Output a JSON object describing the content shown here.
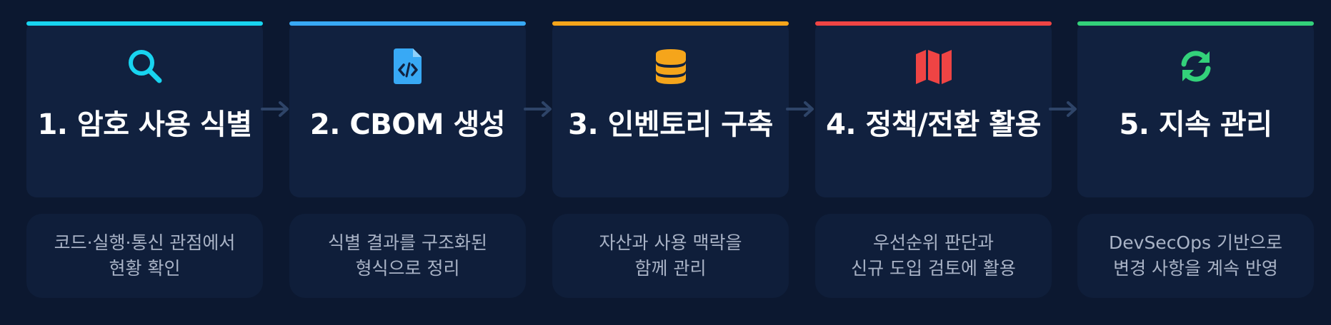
{
  "colors": {
    "background": "#0c1830",
    "card": "#11213f",
    "arrow": "#2e4468"
  },
  "steps": [
    {
      "title": "1. 암호 사용 식별",
      "icon": "search-icon",
      "accent": "#18d4f0",
      "desc": [
        "코드·실행·통신 관점에서",
        "현황 확인"
      ]
    },
    {
      "title": "2. CBOM 생성",
      "icon": "code-file-icon",
      "accent": "#38a9f5",
      "desc": [
        "식별 결과를 구조화된",
        "형식으로 정리"
      ]
    },
    {
      "title": "3. 인벤토리 구축",
      "icon": "database-icon",
      "accent": "#f5a51b",
      "desc": [
        "자산과 사용 맥락을",
        "함께 관리"
      ]
    },
    {
      "title": "4. 정책/전환 활용",
      "icon": "map-icon",
      "accent": "#ef4444",
      "desc": [
        "우선순위 판단과",
        "신규 도입 검토에 활용"
      ]
    },
    {
      "title": "5. 지속 관리",
      "icon": "sync-icon",
      "accent": "#33d17a",
      "desc": [
        "DevSecOps 기반으로",
        "변경 사항을 계속 반영"
      ]
    }
  ]
}
